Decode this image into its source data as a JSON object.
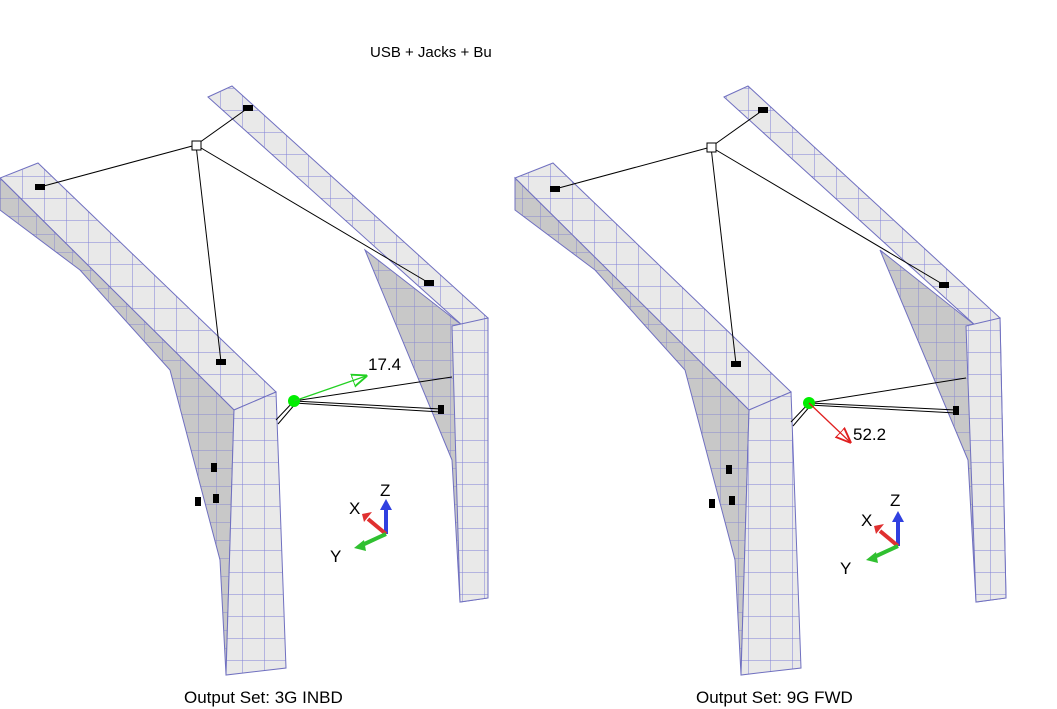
{
  "title": "USB + Jacks + Bu",
  "views": [
    {
      "caption": "Output Set: 3G INBD",
      "force_value": "17.4",
      "force_color": "#22d022"
    },
    {
      "caption": "Output Set: 9G FWD",
      "force_value": "52.2",
      "force_color": "#e02020"
    }
  ],
  "triad": {
    "x_label": "X",
    "y_label": "Y",
    "z_label": "Z"
  },
  "colors": {
    "mesh_face": "#e9e9e9",
    "mesh_side": "#c8c8c8",
    "mesh_line": "#8080d8",
    "node": "#00ee00",
    "axis_x": "#e03030",
    "axis_y": "#30c030",
    "axis_z": "#3040e0"
  }
}
